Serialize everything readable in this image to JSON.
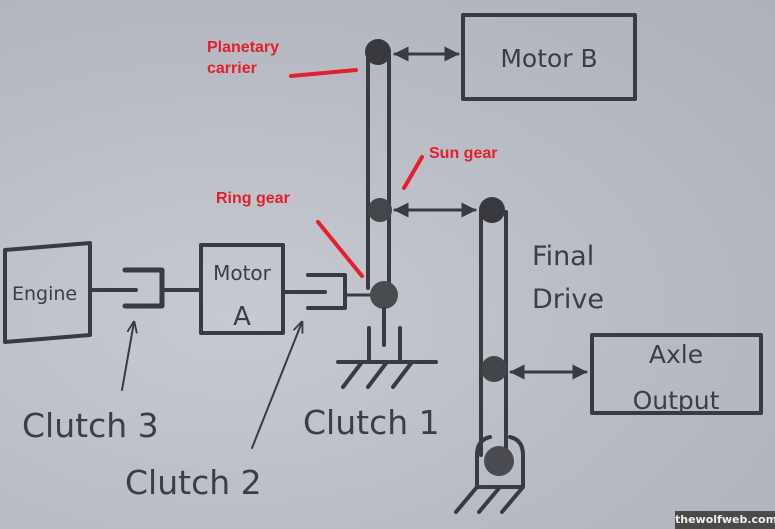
{
  "diagram": {
    "blocks": {
      "engine": "Engine",
      "motor_a_line1": "Motor",
      "motor_a_line2": "A",
      "motor_b": "Motor B",
      "axle_line1": "Axle",
      "axle_line2": "Output"
    },
    "labels": {
      "final_drive_line1": "Final",
      "final_drive_line2": "Drive",
      "clutch1": "Clutch 1",
      "clutch2": "Clutch 2",
      "clutch3": "Clutch 3"
    },
    "annotations": {
      "planetary_line1": "Planetary",
      "planetary_line2": "carrier",
      "sun_gear": "Sun gear",
      "ring_gear": "Ring gear"
    },
    "colors": {
      "annotation": "#e3202b",
      "ink": "#3a3b40",
      "paper": "#bcbfc7"
    }
  },
  "watermark": "thewolfweb.com"
}
